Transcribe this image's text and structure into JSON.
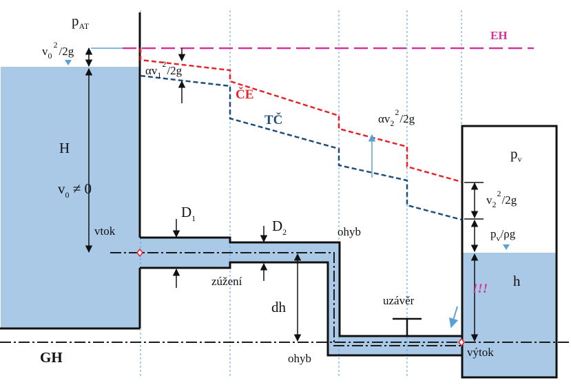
{
  "colors": {
    "water": "#a9c9e6",
    "energy_horizon": "#d6329c",
    "energy_line": "#e8222a",
    "piezo_line": "#1f4e7a",
    "axis": "#1a1a1a",
    "guide": "#5aa0d8",
    "dot": "#e8222a"
  },
  "labels": {
    "p_at_main": "p",
    "p_at_sub": "AT",
    "v0_main": "v",
    "v0_sub": "0",
    "v0_sup": "2",
    "v0_rest": "/2g",
    "eh": "EH",
    "alpha_v1_main": "αv",
    "alpha_v1_sub": "1",
    "alpha_v1_sup": "2",
    "alpha_v1_rest": "/2g",
    "ce": "ČE",
    "tc": "TČ",
    "alpha_v2_main": "αv",
    "alpha_v2_sub": "2",
    "alpha_v2_sup": "2",
    "alpha_v2_rest": "/2g",
    "pv_main": "p",
    "pv_sub": "v",
    "H": "H",
    "v0_ne_main": "v",
    "v0_ne_sub": "0",
    "v0_ne_rest": " ≠ 0",
    "D1_main": "D",
    "D1_sub": "1",
    "D2_main": "D",
    "D2_sub": "2",
    "vtok": "vtok",
    "ohyb_top": "ohyb",
    "v2_main": "v",
    "v2_sub": "2",
    "v2_sup": "2",
    "v2_rest": "/2g",
    "pv_rho_main": "p",
    "pv_rho_sub": "v",
    "pv_rho_rest": "/ρg",
    "zuzeni": "zúžení",
    "dh": "dh",
    "uzaver": "uzávěr",
    "h": "h",
    "exclaim": "!!!",
    "GH": "GH",
    "ohyb_bottom": "ohyb",
    "vytok": "výtok"
  }
}
